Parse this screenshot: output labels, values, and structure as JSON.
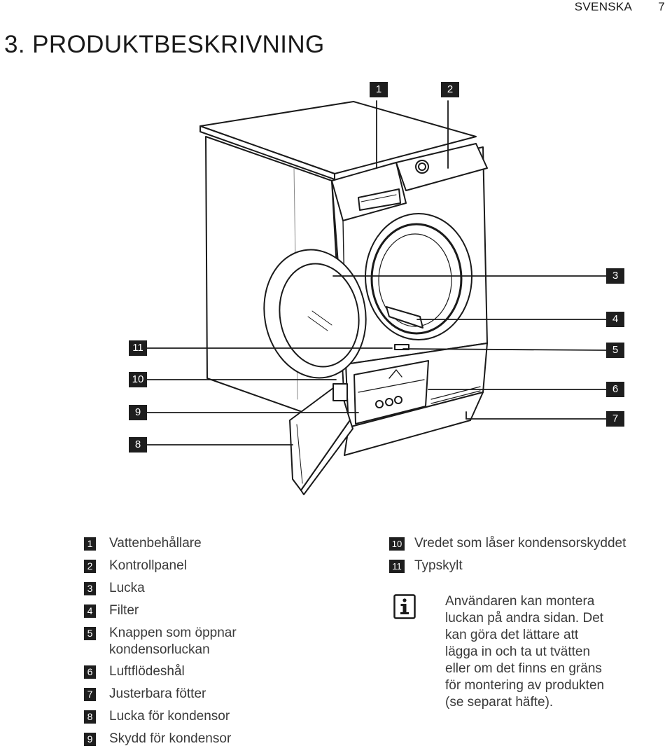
{
  "header": {
    "language": "SVENSKA",
    "page_number": "7"
  },
  "section": {
    "title": "3. PRODUKTBESKRIVNING"
  },
  "callouts": [
    "1",
    "2",
    "3",
    "4",
    "5",
    "6",
    "7",
    "8",
    "9",
    "10",
    "11"
  ],
  "legend_left": [
    {
      "num": "1",
      "label": "Vattenbehållare"
    },
    {
      "num": "2",
      "label": "Kontrollpanel"
    },
    {
      "num": "3",
      "label": "Lucka"
    },
    {
      "num": "4",
      "label": "Filter"
    },
    {
      "num": "5",
      "label": "Knappen som öppnar\nkondensorluckan"
    },
    {
      "num": "6",
      "label": "Luftflödeshål"
    },
    {
      "num": "7",
      "label": "Justerbara fötter"
    },
    {
      "num": "8",
      "label": "Lucka för kondensor"
    },
    {
      "num": "9",
      "label": "Skydd för kondensor"
    }
  ],
  "legend_right": [
    {
      "num": "10",
      "label": "Vredet som låser kondensorskyddet"
    },
    {
      "num": "11",
      "label": "Typskylt"
    }
  ],
  "info": {
    "icon": "info-icon",
    "text": "Användaren kan montera\nluckan på andra sidan. Det\nkan göra det lättare att\nlägga in och ta ut tvätten\neller om det finns en gräns\nför montering av produkten\n(se separat häfte)."
  }
}
